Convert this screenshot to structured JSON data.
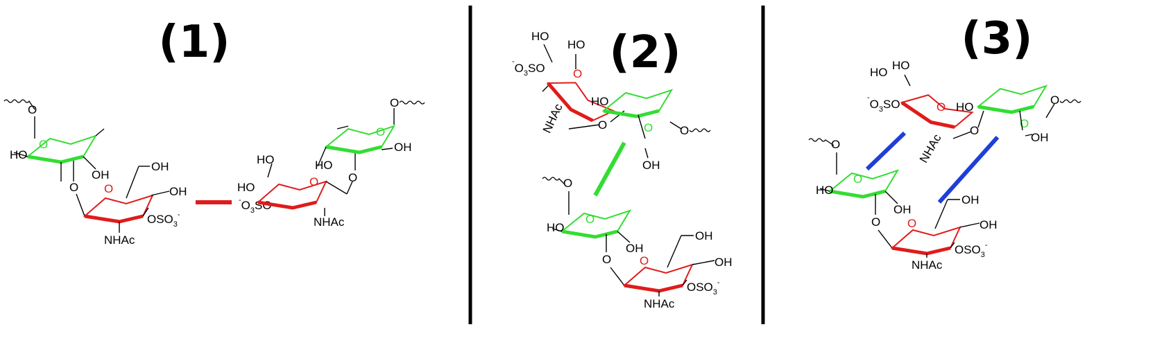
{
  "panels": [
    {
      "title": "(1)",
      "interaction": "red",
      "interaction_color": "#e01b1b"
    },
    {
      "title": "(2)",
      "interaction": "green",
      "interaction_color": "#33dd33"
    },
    {
      "title": "(3)",
      "interaction": "blue",
      "interaction_color": "#1f3fd6"
    }
  ],
  "colors": {
    "fucose_ring": "#33dd33",
    "galnac_ring": "#e01b1b",
    "divider": "#000000"
  },
  "labels": {
    "oh": "OH",
    "ho": "HO",
    "nhac": "NHAc",
    "oso3": "OSO",
    "o3so": "O",
    "so_part": "SO",
    "sub3": "3",
    "minus": "-",
    "o": "O"
  }
}
